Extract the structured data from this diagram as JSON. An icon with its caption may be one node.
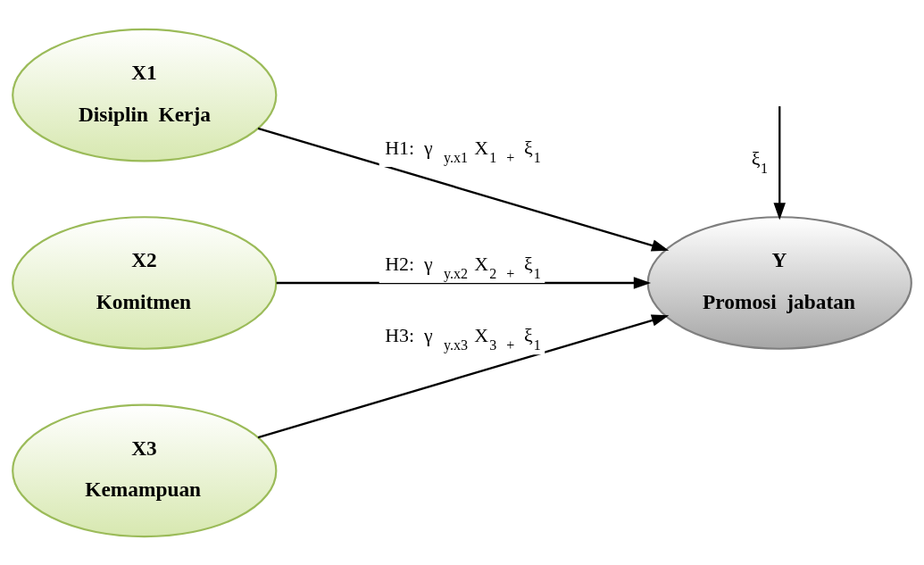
{
  "diagram": {
    "nodes": [
      {
        "text": [
          "X1",
          "Disiplin Kerja"
        ]
      },
      {
        "text": [
          "X2",
          "Komitmen"
        ]
      },
      {
        "text": [
          "X3",
          "Kemampuan"
        ]
      },
      {
        "text": [
          "Y",
          "Promosi jabatan"
        ]
      }
    ],
    "edges": [
      {
        "from": 0,
        "to": 3,
        "arrow": "to",
        "label": "H1: γ $_{y.x1}$ X$_{1}$ $_{+}$ ξ$_{1}$"
      },
      {
        "from": 1,
        "to": 3,
        "arrow": "to",
        "label": "H2: γ $_{y.x2}$ X$_{2}$ $_{+}$ ξ$_{1}$"
      },
      {
        "from": 2,
        "to": 3,
        "arrow": "to",
        "label": "H3: γ $_{y.x3}$ X$_{3}$ $_{+}$ ξ$_{1}$"
      },
      {
        "from": null,
        "to": 3,
        "arrow": "to",
        "label": "ξ$_{1}$"
      }
    ]
  }
}
